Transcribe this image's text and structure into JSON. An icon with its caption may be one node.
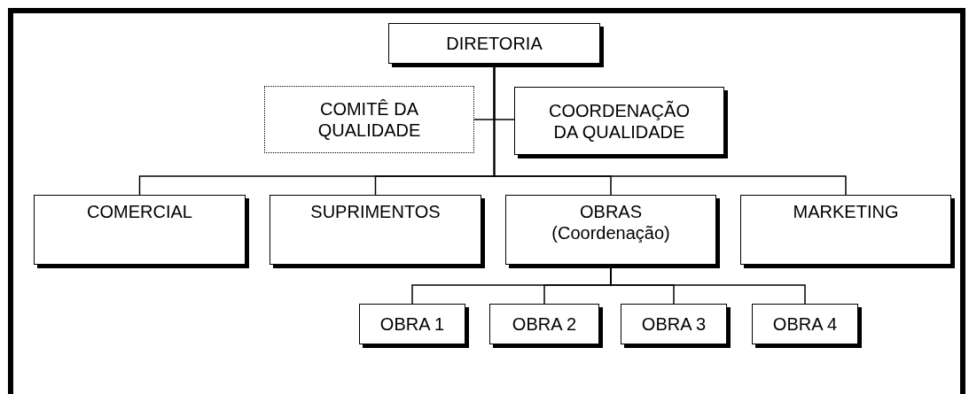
{
  "diagram": {
    "nodes": [
      {
        "text": [
          "DIRETORIA"
        ]
      },
      {
        "text": [
          "COMITÊ DA QUALIDADE"
        ]
      },
      {
        "text": [
          "COORDENAÇÃO DA QUALIDADE"
        ]
      },
      {
        "text": [
          "COMERCIAL"
        ]
      },
      {
        "text": [
          "SUPRIMENTOS"
        ]
      },
      {
        "text": [
          "OBRAS",
          "(Coordenação)"
        ]
      },
      {
        "text": [
          "MARKETING"
        ]
      },
      {
        "text": [
          "OBRA 1"
        ]
      },
      {
        "text": [
          "OBRA 2"
        ]
      },
      {
        "text": [
          "OBRA 3"
        ]
      },
      {
        "text": [
          "OBRA 4"
        ]
      }
    ],
    "edges": [
      {
        "from": 0,
        "to": 1,
        "arrow": "none"
      },
      {
        "from": 0,
        "to": 2,
        "arrow": "none"
      },
      {
        "from": 0,
        "to": 3,
        "arrow": "none"
      },
      {
        "from": 0,
        "to": 4,
        "arrow": "none"
      },
      {
        "from": 0,
        "to": 5,
        "arrow": "none"
      },
      {
        "from": 0,
        "to": 6,
        "arrow": "none"
      },
      {
        "from": 5,
        "to": 7,
        "arrow": "none"
      },
      {
        "from": 5,
        "to": 8,
        "arrow": "none"
      },
      {
        "from": 5,
        "to": 9,
        "arrow": "none"
      },
      {
        "from": 5,
        "to": 10,
        "arrow": "none"
      }
    ]
  }
}
